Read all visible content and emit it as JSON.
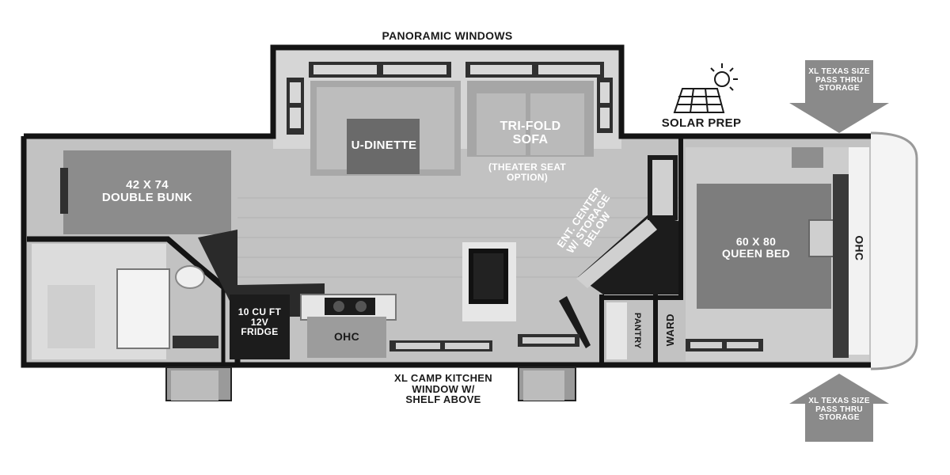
{
  "labels": {
    "panoramic_windows": "PANORAMIC WINDOWS",
    "solar_prep": "SOLAR PREP",
    "storage_top": "XL TEXAS SIZE\nPASS THRU\nSTORAGE",
    "storage_bottom": "XL TEXAS SIZE\nPASS THRU\nSTORAGE",
    "u_dinette": "U-DINETTE",
    "tri_fold_sofa": "TRI-FOLD\nSOFA",
    "theater_seat": "(THEATER SEAT\nOPTION)",
    "double_bunk": "42 X 74\nDOUBLE BUNK",
    "ent_center": "ENT. CENTER\nW/ STORAGE\nBELOW",
    "queen_bed": "60 X 80\nQUEEN BED",
    "ohc_bedroom": "OHC",
    "fridge": "10 CU FT\n12V\nFRIDGE",
    "ohc_kitchen": "OHC",
    "pantry": "PANTRY",
    "ward": "WARD",
    "camp_kitchen": "XL CAMP KITCHEN\nWINDOW W/\nSHELF ABOVE"
  },
  "colors": {
    "wall": "#141414",
    "floor": "#b9b9b9",
    "furniture": "#8f8f8f",
    "bed": "#7a7a7a",
    "arrow": "#8a8a8a",
    "cabinet_light": "#e8e8e8"
  },
  "icons": [
    "solar-panel-icon",
    "sun-icon",
    "storage-arrow-down-icon",
    "storage-arrow-up-icon"
  ]
}
